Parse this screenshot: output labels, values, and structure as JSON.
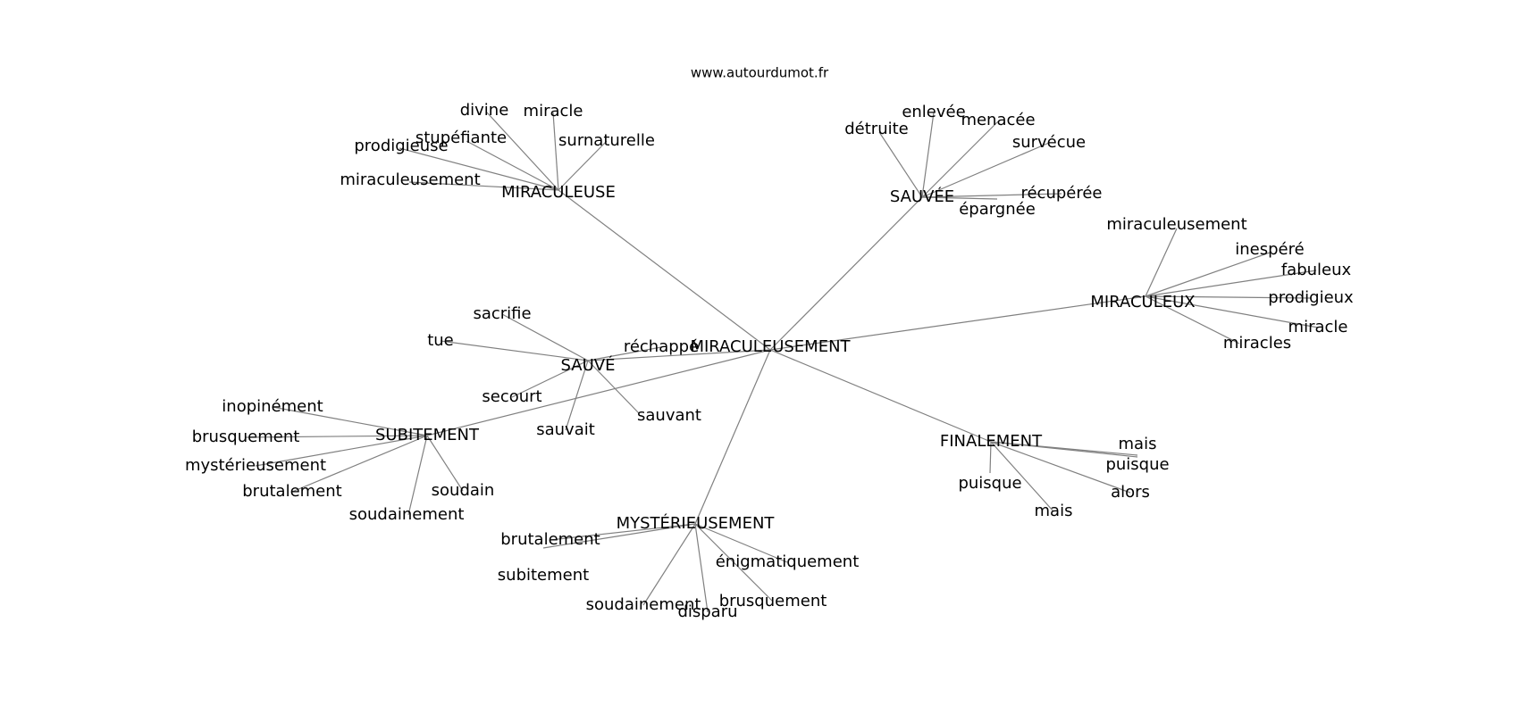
{
  "site": "www.autourdumot.fr",
  "center": "MIRACULEUSEMENT",
  "clusters": [
    {
      "hub": "MIRACULEUSE",
      "leaves": [
        "divine",
        "miracle",
        "stupéfiante",
        "prodigieuse",
        "surnaturelle",
        "miraculeusement"
      ]
    },
    {
      "hub": "SAUVÉE",
      "leaves": [
        "détruite",
        "enlevée",
        "menacée",
        "survécue",
        "récupérée",
        "épargnée"
      ]
    },
    {
      "hub": "MIRACULEUX",
      "leaves": [
        "miraculeusement",
        "inespéré",
        "fabuleux",
        "prodigieux",
        "miracle",
        "miracles"
      ]
    },
    {
      "hub": "SAUVÉ",
      "leaves": [
        "sacrifie",
        "tue",
        "réchappé",
        "secourt",
        "sauvant",
        "sauvait"
      ]
    },
    {
      "hub": "SUBITEMENT",
      "leaves": [
        "inopinément",
        "brusquement",
        "mystérieusement",
        "brutalement",
        "soudain",
        "soudainement"
      ]
    },
    {
      "hub": "FINALEMENT",
      "leaves": [
        "mais",
        "puisque",
        "puisque",
        "alors",
        "mais"
      ]
    },
    {
      "hub": "MYSTÉRIEUSEMENT",
      "leaves": [
        "brutalement",
        "énigmatiquement",
        "subitement",
        "brusquement",
        "soudainement",
        "disparu"
      ]
    }
  ]
}
